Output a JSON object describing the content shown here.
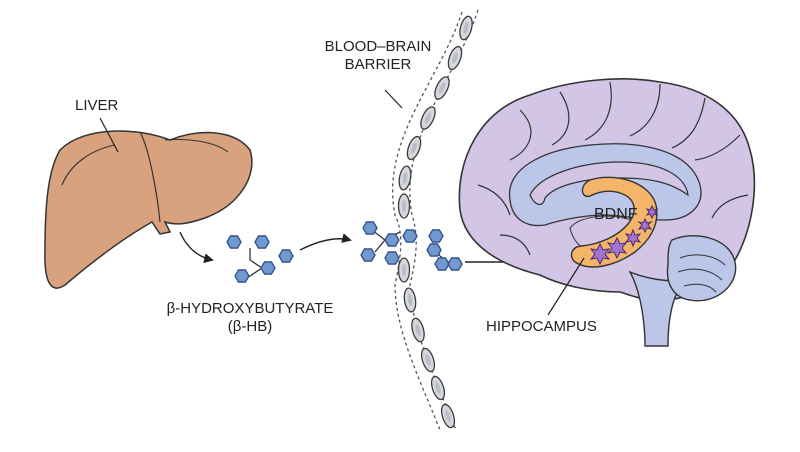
{
  "labels": {
    "liver": "LIVER",
    "bbb_line1": "BLOOD–BRAIN",
    "bbb_line2": "BARRIER",
    "bhb_line1": "β-HYDROXYBUTYRATE",
    "bhb_line2": "(β-HB)",
    "bdnf": "BDNF",
    "hippocampus": "HIPPOCAMPUS"
  },
  "colors": {
    "liver": "#d9a27f",
    "molecule": "#6f99cf",
    "brain": "#d2c5e5",
    "brain_inner": "#bcc6e8",
    "hippocampus": "#f3b56a",
    "star": "#a374cf",
    "cell": "#d4d7dd"
  }
}
